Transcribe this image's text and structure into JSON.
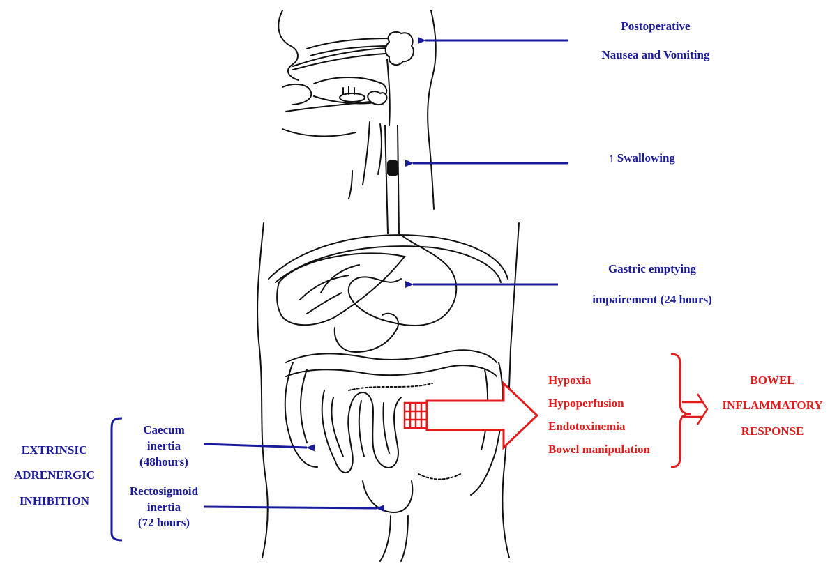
{
  "colors": {
    "blue": "#1a1a9c",
    "red": "#e31b1b",
    "anatomy": "#111111"
  },
  "labels": {
    "ponv_line1": "Postoperative",
    "ponv_line2": "Nausea and Vomiting",
    "swallowing": "↑ Swallowing",
    "gastric_line1": "Gastric emptying",
    "gastric_line2": "impairement (24 hours)",
    "caecum_line1": "Caecum",
    "caecum_line2": "inertia",
    "caecum_line3": "(48hours)",
    "recto_line1": "Rectosigmoid",
    "recto_line2": "inertia",
    "recto_line3": "(72 hours)",
    "extrinsic_line1": "EXTRINSIC",
    "extrinsic_line2": "ADRENERGIC",
    "extrinsic_line3": "INHIBITION",
    "factors": [
      "Hypoxia",
      "Hypoperfusion",
      "Endotoxinemia",
      "Bowel manipulation"
    ],
    "response_line1": "BOWEL",
    "response_line2": "INFLAMMATORY",
    "response_line3": "RESPONSE"
  }
}
